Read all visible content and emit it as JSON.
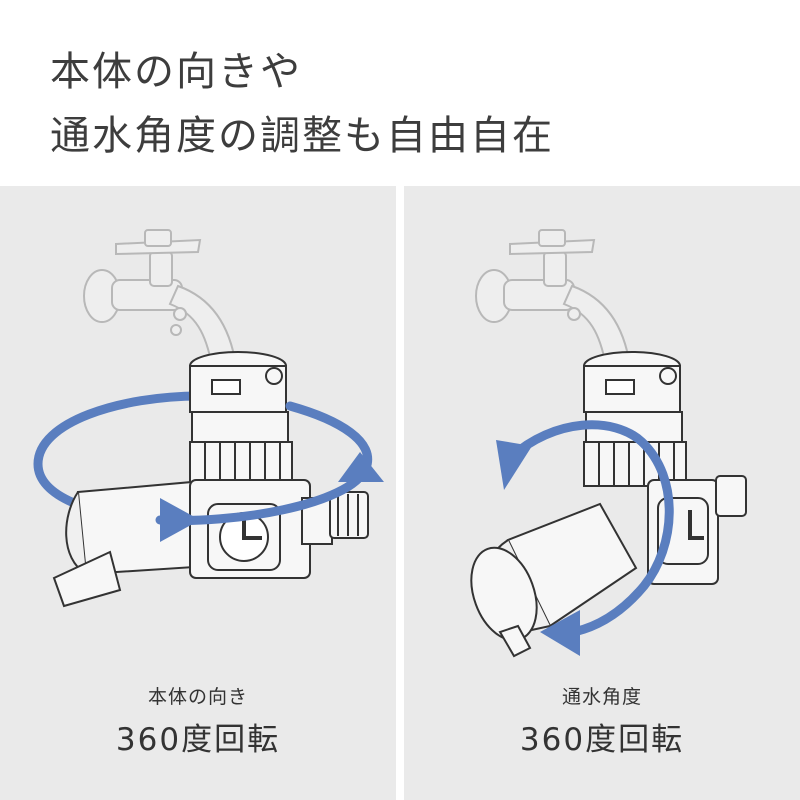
{
  "headline": {
    "line1": "本体の向きや",
    "line2": "通水角度の調整も自由自在"
  },
  "panels": [
    {
      "caption_top": "本体の向き",
      "caption_bottom": "360度回転"
    },
    {
      "caption_top": "通水角度",
      "caption_bottom": "360度回転"
    }
  ],
  "colors": {
    "arrow": "#5a7ebf",
    "background": "#eaeaea",
    "text": "#3d3d3d"
  }
}
